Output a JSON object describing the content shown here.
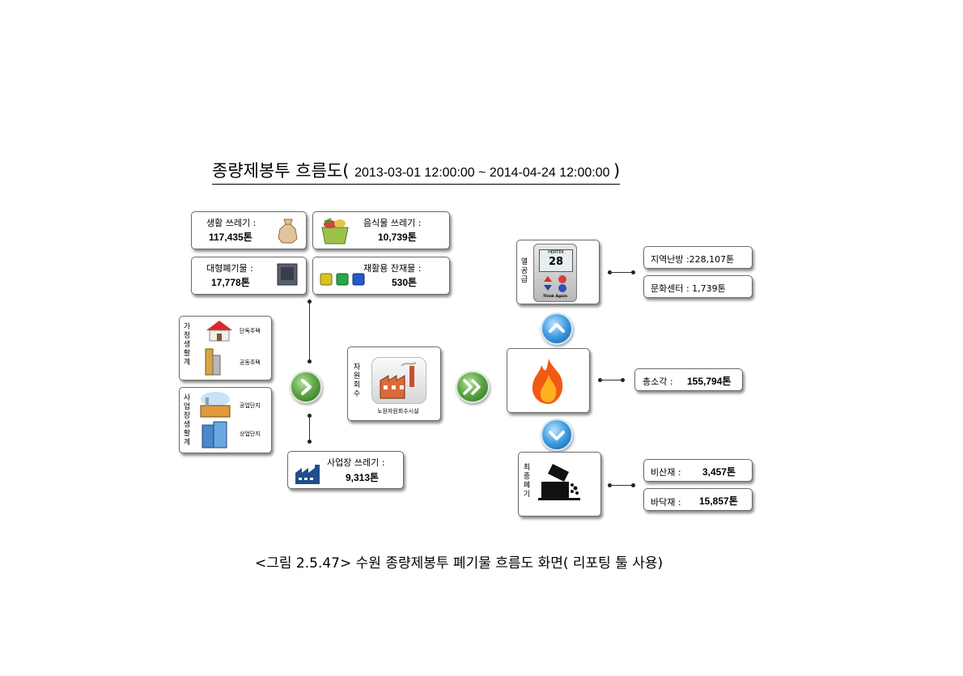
{
  "title": {
    "main": "종량제봉투 흐름도(",
    "range": "2013-03-01 12:00:00  ~  2014-04-24 12:00:00 ",
    "close": ")"
  },
  "sources": {
    "household_waste": {
      "label": "생활 쓰레기 :",
      "value": "117,435톤"
    },
    "food_waste": {
      "label": "음식물 쓰레기 :",
      "value": "10,739톤"
    },
    "bulky_waste": {
      "label": "대형폐기물 :",
      "value": "17,778톤"
    },
    "recyclables": {
      "label": "재활용 잔재물 :",
      "value": "530톤"
    }
  },
  "household_group": {
    "vertical_label": [
      "가",
      "정",
      "생",
      "활",
      "계"
    ],
    "detached": "단독주택",
    "apartment": "공동주택"
  },
  "business_group": {
    "vertical_label": [
      "사",
      "업",
      "장",
      "생",
      "활",
      "계"
    ],
    "industrial": "공업단지",
    "commercial": "상업단지"
  },
  "business_waste": {
    "label": "사업장 쓰레기 :",
    "value": "9,313톤"
  },
  "recovery": {
    "vertical_label": [
      "자",
      "원",
      "회",
      "수"
    ],
    "facility": "노원자원회수시설"
  },
  "heat": {
    "vertical_label": [
      "열",
      "공",
      "급"
    ],
    "district_heating": "지역난방 :228,107톤",
    "culture_center": "문화센터 :  1,739톤",
    "device_brand": "HERTER",
    "device_reading": "28",
    "device_slogan": "Think Again"
  },
  "incineration": {
    "label": "총소각 :",
    "value": "155,794톤"
  },
  "landfill": {
    "vertical_label": [
      "최",
      "종",
      "폐",
      "기"
    ],
    "fly_ash": {
      "label": "비산재 :",
      "value": "3,457톤"
    },
    "bottom_ash": {
      "label": "바닥재 :",
      "value": "15,857톤"
    }
  },
  "caption": "<그림 2.5.47> 수원 종량제봉투 폐기물 흐름도 화면( 리포팅 툴 사용)"
}
